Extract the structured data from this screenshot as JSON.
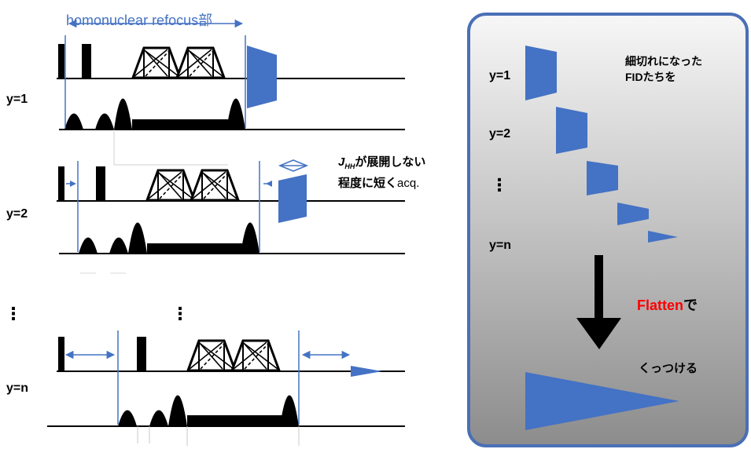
{
  "colors": {
    "accent": "#4472c4",
    "panel_border": "#4a6fb5",
    "emphasis": "#ff0000"
  },
  "left": {
    "header": "homonuclear refocus部",
    "rows": [
      {
        "label": "y=1"
      },
      {
        "label": "y=2"
      },
      {
        "label": "y=n"
      }
    ],
    "ellipsis": "⋮",
    "annotation": {
      "j_main": "J",
      "j_sub": "HH",
      "line1_rest": "が展開しない",
      "line2_main": "程度に短く",
      "line2_end": "acq."
    }
  },
  "right": {
    "note_top_line1": "細切れになった",
    "note_top_line2": "FIDたちを",
    "rows": [
      {
        "label": "y=1"
      },
      {
        "label": "y=2"
      },
      {
        "label": "y=n"
      }
    ],
    "ellipsis": "⋮",
    "flatten_word": "Flatten",
    "flatten_suffix": "で",
    "join_text": "くっつける"
  }
}
